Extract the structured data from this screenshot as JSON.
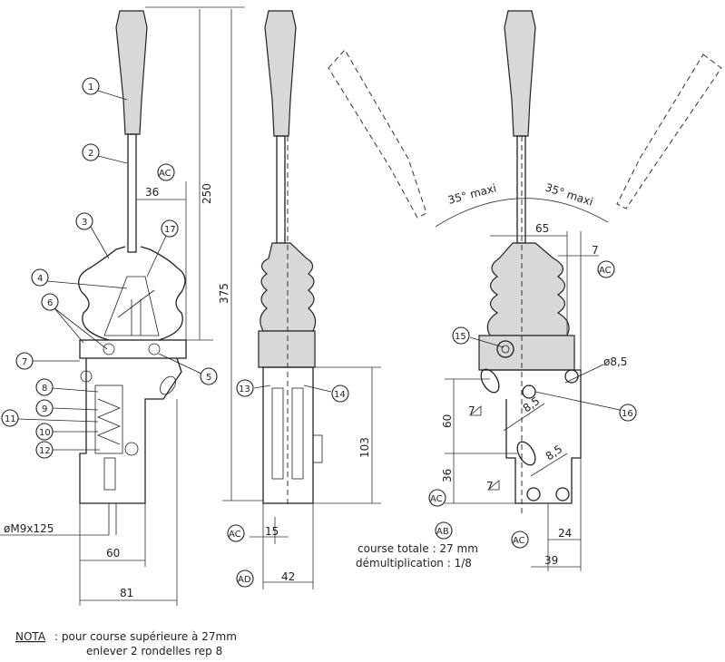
{
  "left_view": {
    "callouts": [
      "1",
      "2",
      "3",
      "4",
      "6",
      "7",
      "8",
      "9",
      "11",
      "10",
      "12",
      "17",
      "5"
    ],
    "ref_ac": "AC",
    "dims": {
      "d36": "36",
      "d250": "250",
      "d375": "375",
      "thread": "øM9x125",
      "d60": "60",
      "d81": "81"
    }
  },
  "middle_view": {
    "callouts": [
      "13",
      "14"
    ],
    "dims": {
      "d103": "103",
      "d15": "15",
      "d42": "42"
    },
    "ref_ac": "AC",
    "ref_ad": "AD"
  },
  "right_view": {
    "angle_left": "35° maxi",
    "angle_right": "35° maxi",
    "dims": {
      "d65": "65",
      "d7": "7",
      "hole": "ø8,5",
      "d60": "60",
      "d36": "36",
      "slot1": "8,5",
      "slot2": "8,5",
      "d24": "24",
      "d39": "39",
      "tri1": "7",
      "tri2": "7"
    },
    "callouts": [
      "15",
      "16"
    ],
    "ref_ac_top": "AC",
    "ref_ac_left": "AC",
    "ref_ac_bottom": "AC",
    "ref_ab": "AB"
  },
  "notes": {
    "course": "course totale : 27 mm",
    "demult": "démultiplication : 1/8",
    "nota_label": "NOTA",
    "nota_line1": ": pour course supérieure à 27mm",
    "nota_line2": "enlever 2 rondelles rep 8"
  }
}
